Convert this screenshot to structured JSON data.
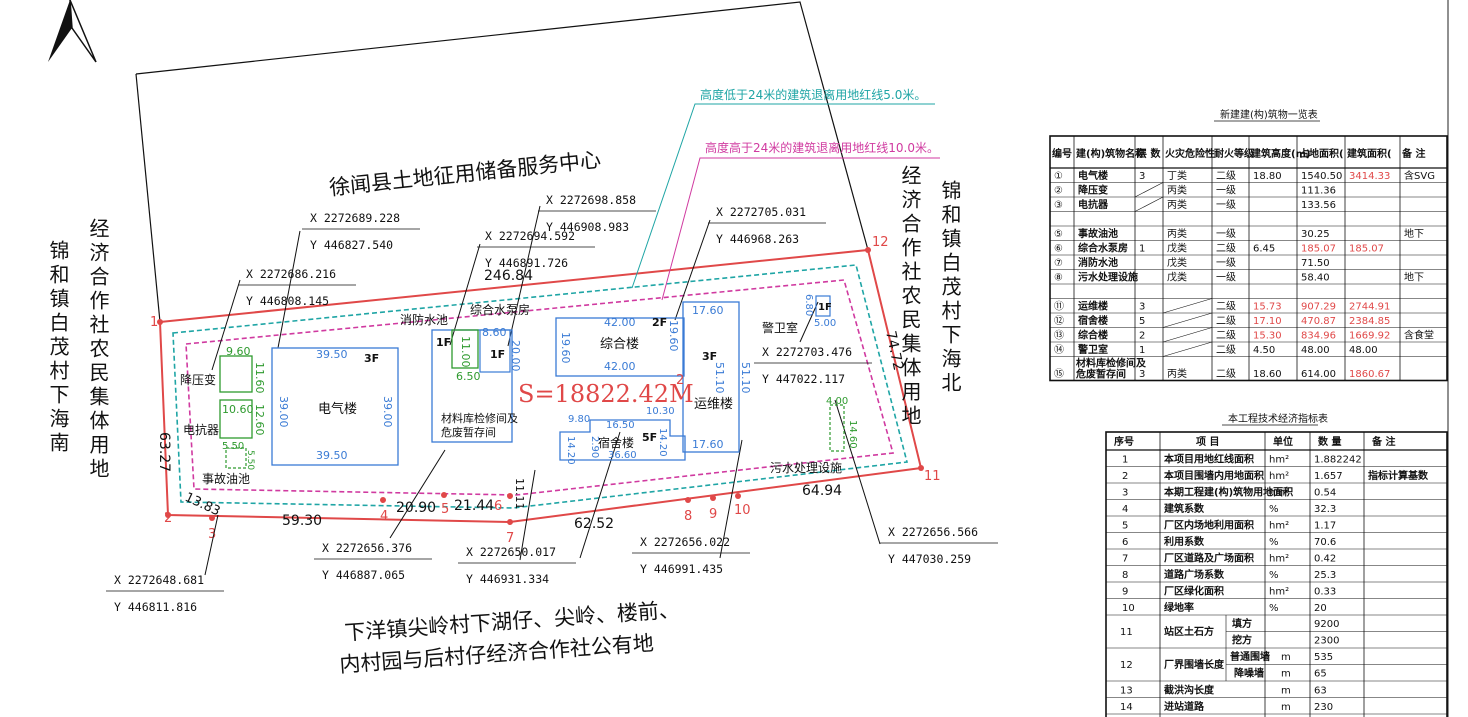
{
  "north": {
    "icon": "north-arrow-icon"
  },
  "neighbors": {
    "north": "徐闻县土地征用储备服务中心",
    "west_a": "锦和镇白茂村下海南",
    "west_b": "经济合作社农民集体用地",
    "east_a": "经济合作社农民集体用地",
    "east_b": "锦和镇白茂村下海北",
    "south_1": "下洋镇尖岭村下湖仔、尖岭、楼前、",
    "south_2": "内村园与后村仔经济合作社公有地"
  },
  "notes": {
    "cyan": "高度低于24米的建筑退离用地红线5.0米。",
    "magenta": "高度高于24米的建筑退离用地红线10.0米。"
  },
  "area": "S=18822.42M",
  "area_sup": "2",
  "vertex_labels": [
    "1",
    "2",
    "3",
    "4",
    "5",
    "6",
    "7",
    "8",
    "9",
    "10",
    "11",
    "12"
  ],
  "edge_lengths": {
    "top": "246.84",
    "left": "63.27",
    "right": "74.72",
    "sw": "13.83",
    "b1": "59.30",
    "b2": "20.90",
    "b3": "21.44",
    "b4": "62.52",
    "b5": "64.94"
  },
  "coords": [
    {
      "x": "X 2272689.228",
      "y": "Y 446827.540"
    },
    {
      "x": "X 2272686.216",
      "y": "Y 446808.145"
    },
    {
      "x": "X 2272698.858",
      "y": "Y 446908.983"
    },
    {
      "x": "X 2272694.592",
      "y": "Y 446891.726"
    },
    {
      "x": "X 2272705.031",
      "y": "Y 446968.263"
    },
    {
      "x": "X 2272703.476",
      "y": "Y 447022.117"
    },
    {
      "x": "X 2272656.376",
      "y": "Y 446887.065"
    },
    {
      "x": "X 2272650.017",
      "y": "Y 446931.334"
    },
    {
      "x": "X 2272656.022",
      "y": "Y 446991.435"
    },
    {
      "x": "X 2272656.566",
      "y": "Y 447030.259"
    },
    {
      "x": "X 2272648.681",
      "y": "Y 446811.816"
    }
  ],
  "buildings": {
    "transformer": {
      "label": "降压变",
      "w": "9.60",
      "h": "11.60"
    },
    "reactor": {
      "label": "电抗器",
      "w": "10.60",
      "h": "12.60"
    },
    "oil_pool": {
      "label": "事故油池",
      "w": "5.50",
      "h": "5.50"
    },
    "electric": {
      "label": "电气楼",
      "floors": "3F",
      "w": "39.50",
      "h": "39.00"
    },
    "fire_pool": {
      "label": "消防水池",
      "w": "11.00",
      "h": "6.50"
    },
    "pump": {
      "label": "综合水泵房",
      "floors": "1F",
      "w": "8.60",
      "h": "20.00"
    },
    "material": {
      "label1": "材料库检修间及",
      "label2": "危废暂存间",
      "floors": "1F"
    },
    "complex": {
      "label": "综合楼",
      "floors": "2F",
      "w": "42.00",
      "h": "19.60",
      "h2": "19.60"
    },
    "dorm": {
      "label": "宿舍楼",
      "floors": "5F",
      "d1": "9.80",
      "d2": "16.50",
      "d3": "10.30",
      "d4": "14.20",
      "d5": "2.90",
      "d6": "14.20",
      "d7": "36.60"
    },
    "ops": {
      "label": "运维楼",
      "floors": "3F",
      "w": "17.60",
      "h": "51.10"
    },
    "guard": {
      "label": "警卫室",
      "floors": "1F",
      "w": "5.00",
      "h": "6.80"
    },
    "sewage": {
      "label": "污水处理设施",
      "w": "4.00",
      "h": "14.60"
    },
    "gap": "11.11"
  },
  "table1": {
    "title": "新建建(构)筑物一览表",
    "headers": [
      "编号",
      "建(构)筑物名称",
      "层 数",
      "火灾危险性",
      "耐火等级",
      "建筑高度(m)",
      "占地面积(",
      "建筑面积(",
      "备 注"
    ],
    "rows": [
      [
        "①",
        "电气楼",
        "3",
        "丁类",
        "二级",
        "18.80",
        "1540.50",
        "3414.33",
        "含SVG"
      ],
      [
        "②",
        "降压变",
        "",
        "丙类",
        "一级",
        "",
        "111.36",
        "",
        ""
      ],
      [
        "③",
        "电抗器",
        "",
        "丙类",
        "一级",
        "",
        "133.56",
        "",
        ""
      ],
      [
        "",
        "",
        "",
        "",
        "",
        "",
        "",
        "",
        ""
      ],
      [
        "⑤",
        "事故油池",
        "",
        "丙类",
        "一级",
        "",
        "30.25",
        "",
        "地下"
      ],
      [
        "⑥",
        "综合水泵房",
        "1",
        "戊类",
        "二级",
        "6.45",
        "185.07",
        "185.07",
        ""
      ],
      [
        "⑦",
        "消防水池",
        "",
        "戊类",
        "一级",
        "",
        "71.50",
        "",
        ""
      ],
      [
        "⑧",
        "污水处理设施",
        "",
        "戊类",
        "一级",
        "",
        "58.40",
        "",
        "地下"
      ],
      [
        "",
        "",
        "",
        "",
        "",
        "",
        "",
        "",
        ""
      ],
      [
        "⑪",
        "运维楼",
        "3",
        "",
        "二级",
        "15.73",
        "907.29",
        "2744.91",
        ""
      ],
      [
        "⑫",
        "宿舍楼",
        "5",
        "",
        "二级",
        "17.10",
        "470.87",
        "2384.85",
        ""
      ],
      [
        "⑬",
        "综合楼",
        "2",
        "",
        "二级",
        "15.30",
        "834.96",
        "1669.92",
        "含食堂"
      ],
      [
        "⑭",
        "警卫室",
        "1",
        "",
        "二级",
        "4.50",
        "48.00",
        "48.00",
        ""
      ],
      [
        "⑮",
        "材料库检修间及危废暂存间",
        "3",
        "丙类",
        "二级",
        "18.60",
        "614.00",
        "1860.67",
        ""
      ]
    ]
  },
  "table2": {
    "title": "本工程技术经济指标表",
    "headers": [
      "序号",
      "项 目",
      "单位",
      "数 量",
      "备 注"
    ],
    "rows": [
      [
        "1",
        "本项目用地红线面积",
        "hm²",
        "1.882242",
        ""
      ],
      [
        "2",
        "本项目围墙内用地面积",
        "hm²",
        "1.657",
        "指标计算基数"
      ],
      [
        "3",
        "本期工程建(构)筑物用地面积",
        "hm²",
        "0.54",
        ""
      ],
      [
        "4",
        "建筑系数",
        "%",
        "32.3",
        ""
      ],
      [
        "5",
        "厂区内场地利用面积",
        "hm²",
        "1.17",
        ""
      ],
      [
        "6",
        "利用系数",
        "%",
        "70.6",
        ""
      ],
      [
        "7",
        "厂区道路及广场面积",
        "hm²",
        "0.42",
        ""
      ],
      [
        "8",
        "道路广场系数",
        "%",
        "25.3",
        ""
      ],
      [
        "9",
        "厂区绿化面积",
        "hm²",
        "0.33",
        ""
      ],
      [
        "10",
        "绿地率",
        "%",
        "20",
        ""
      ]
    ],
    "r11": {
      "no": "11",
      "item": "站区土石方",
      "s1": "填方",
      "v1": "9200",
      "s2": "挖方",
      "v2": "2300"
    },
    "r12": {
      "no": "12",
      "item": "厂界围墙长度",
      "s1": "普通围墙",
      "u1": "m",
      "v1": "535",
      "s2": "降噪墙",
      "u2": "m",
      "v2": "65"
    },
    "r13": [
      "13",
      "截洪沟长度",
      "m",
      "63"
    ],
    "r14": [
      "14",
      "进站道路",
      "m",
      "230"
    ]
  }
}
